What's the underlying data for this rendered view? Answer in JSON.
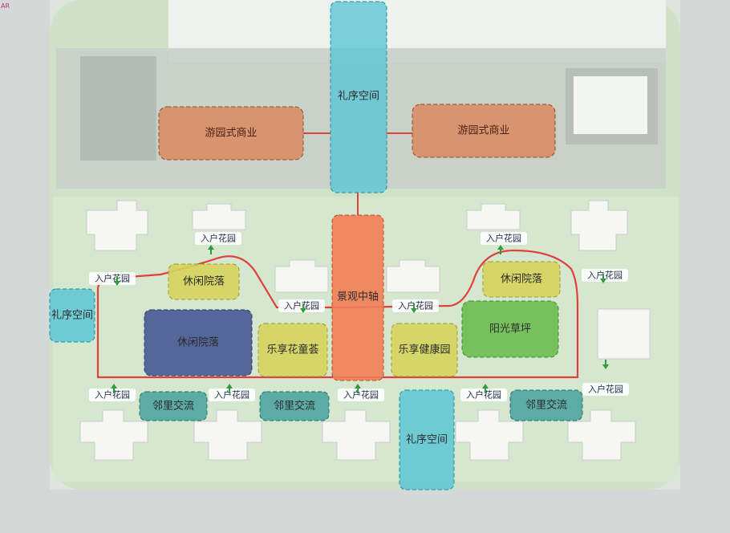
{
  "watermark": "AR",
  "labels": {
    "ceremony_top": "礼序空间",
    "ceremony_left": "礼序空间",
    "ceremony_bottom": "礼序空间",
    "commerce_left": "游园式商业",
    "commerce_right": "游园式商业",
    "landscape_axis": "景观中轴",
    "leisure_left_small": "休闲院落",
    "leisure_left_big": "休闲院落",
    "leisure_right": "休闲院落",
    "kids_garden": "乐享花童荟",
    "health_garden": "乐享健康园",
    "sunny_lawn": "阳光草坪",
    "neighbor_1": "邻里交流",
    "neighbor_2": "邻里交流",
    "neighbor_3": "邻里交流"
  },
  "entrance_label": "入户花园",
  "colors": {
    "commerce": "#d98a62",
    "ceremony": "#5cc6d4",
    "axis": "#f37d55",
    "leisure_yellow": "#d6d35c",
    "leisure_blue": "#4a5c95",
    "lawn": "#6fbe53",
    "neighbor": "#4fa4a0",
    "route": "#e0413d",
    "entrance_tag": "#ffffff",
    "arrow": "#2e9b3d"
  }
}
